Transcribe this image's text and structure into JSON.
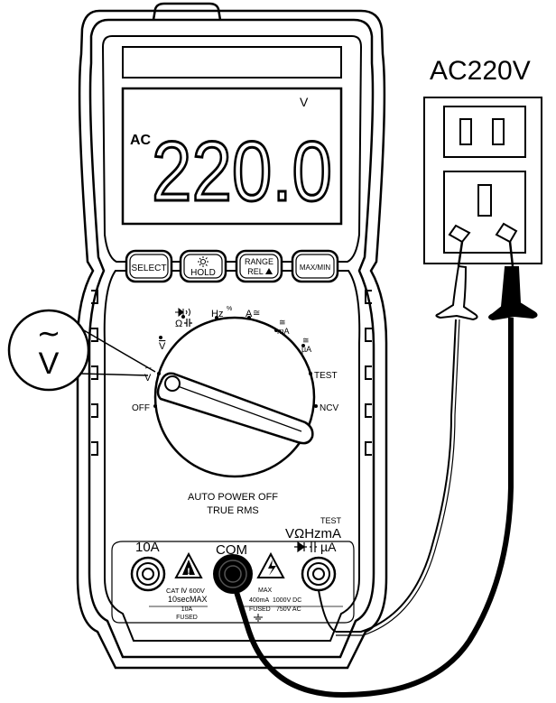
{
  "source": {
    "label": "AC220V"
  },
  "meter": {
    "display": {
      "mode": "AC",
      "unit": "V",
      "digits": "220.0"
    },
    "buttons": {
      "select": "SELECT",
      "hold": "HOLD",
      "range_line1": "RANGE",
      "range_line2": "REL",
      "maxmin": "MAX/MIN"
    },
    "dial": {
      "hz": "Hz",
      "hz_sup": "%",
      "amp": "A",
      "ma": "mA",
      "ua": "µA",
      "vdc": "V",
      "vac": "V",
      "test": "TEST",
      "ncv": "NCV",
      "off": "OFF",
      "ohm": "Ω",
      "auto_off": "AUTO POWER OFF",
      "true_rms": "TRUE RMS"
    },
    "terminals": {
      "a10": "10A",
      "com": "COM",
      "test": "TEST",
      "vohm": "VΩHzmA",
      "ua": "µA",
      "cat": "CAT Ⅳ 600V",
      "sec": "10secMAX",
      "fuse_a": "10A",
      "fused": "FUSED",
      "max": "MAX",
      "ma400": "400mA",
      "v1000": "1000V DC",
      "fused2": "FUSED",
      "v750": "750V AC"
    }
  },
  "callout": {
    "symbol": "V"
  }
}
